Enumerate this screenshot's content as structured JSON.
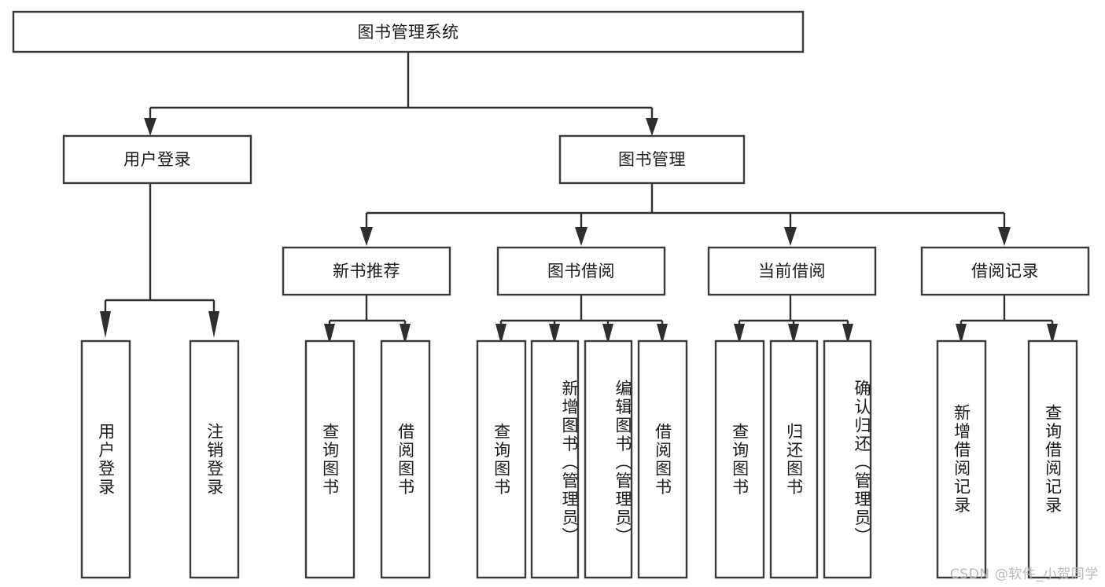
{
  "diagram": {
    "title": "图书管理系统",
    "type": "tree",
    "orientation": "top-down",
    "colors": {
      "box_stroke": "#3a3a3a",
      "box_fill": "#ffffff",
      "connector": "#2e2e2e",
      "text": "#1b1b1b",
      "background": "#ffffff",
      "watermark": "#b9b9b9"
    },
    "root": {
      "id": "root",
      "label": "图书管理系统",
      "orientation": "horizontal"
    },
    "level2": [
      {
        "id": "user-login",
        "label": "用户登录",
        "orientation": "horizontal"
      },
      {
        "id": "book-manage",
        "label": "图书管理",
        "orientation": "horizontal"
      }
    ],
    "level3": [
      {
        "id": "new-book-recommend",
        "label": "新书推荐",
        "parent": "book-manage",
        "orientation": "horizontal"
      },
      {
        "id": "book-borrow",
        "label": "图书借阅",
        "parent": "book-manage",
        "orientation": "horizontal"
      },
      {
        "id": "current-borrow",
        "label": "当前借阅",
        "parent": "book-manage",
        "orientation": "horizontal"
      },
      {
        "id": "borrow-record",
        "label": "借阅记录",
        "parent": "book-manage",
        "orientation": "horizontal"
      }
    ],
    "leaves": [
      {
        "id": "leaf-user-login",
        "label": "用户登录",
        "parent": "user-login",
        "orientation": "vertical"
      },
      {
        "id": "leaf-logout-login",
        "label": "注销登录",
        "parent": "user-login",
        "orientation": "vertical"
      },
      {
        "id": "leaf-query-book-1",
        "label": "查询图书",
        "parent": "new-book-recommend",
        "orientation": "vertical"
      },
      {
        "id": "leaf-borrow-book-1",
        "label": "借阅图书",
        "parent": "new-book-recommend",
        "orientation": "vertical"
      },
      {
        "id": "leaf-query-book-2",
        "label": "查询图书",
        "parent": "book-borrow",
        "orientation": "vertical"
      },
      {
        "id": "leaf-add-book",
        "label": "新增图书（管理员）",
        "parent": "book-borrow",
        "orientation": "vertical"
      },
      {
        "id": "leaf-edit-book",
        "label": "编辑图书（管理员）",
        "parent": "book-borrow",
        "orientation": "vertical"
      },
      {
        "id": "leaf-borrow-book-2",
        "label": "借阅图书",
        "parent": "book-borrow",
        "orientation": "vertical"
      },
      {
        "id": "leaf-query-book-3",
        "label": "查询图书",
        "parent": "current-borrow",
        "orientation": "vertical"
      },
      {
        "id": "leaf-return-book",
        "label": "归还图书",
        "parent": "current-borrow",
        "orientation": "vertical"
      },
      {
        "id": "leaf-confirm-return",
        "label": "确认归还（管理员）",
        "parent": "current-borrow",
        "orientation": "vertical"
      },
      {
        "id": "leaf-add-record",
        "label": "新增借阅记录",
        "parent": "borrow-record",
        "orientation": "vertical"
      },
      {
        "id": "leaf-query-record",
        "label": "查询借阅记录",
        "parent": "borrow-record",
        "orientation": "vertical"
      }
    ],
    "watermark": "CSDN @软件_小贺同学"
  }
}
